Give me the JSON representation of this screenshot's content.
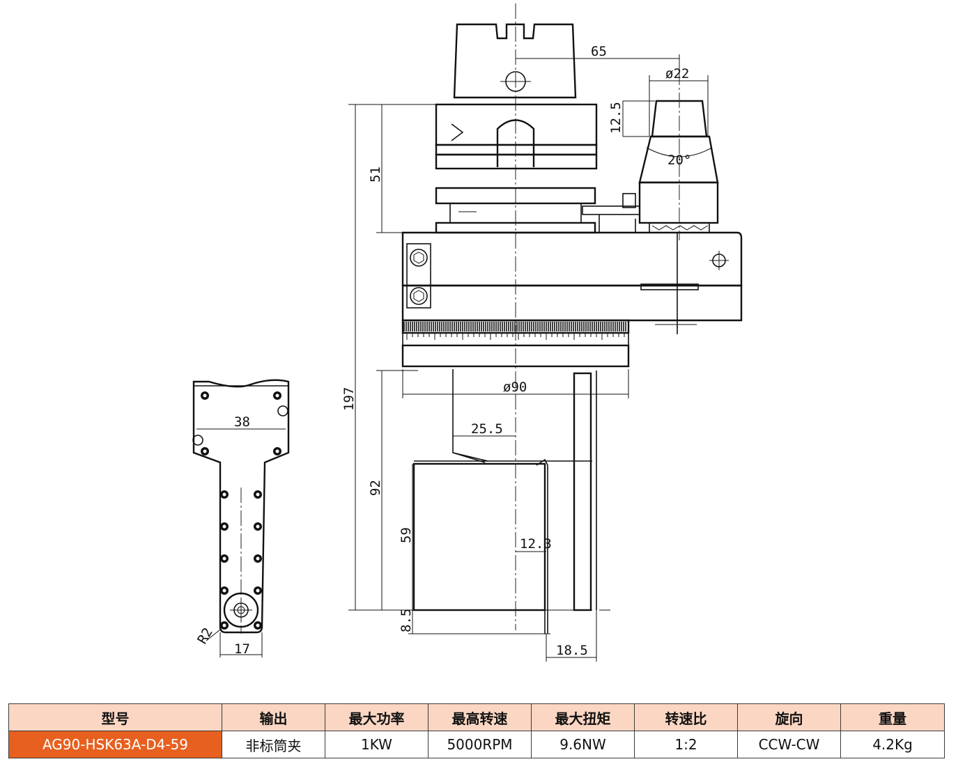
{
  "drawing": {
    "side_view": {
      "dims": {
        "offset_65": "65",
        "dia_22": "ø22",
        "h_12_5": "12.5",
        "angle_20": "20°",
        "h_51": "51",
        "h_197": "197",
        "dia_90": "ø90",
        "r_25_5": "25.5",
        "h_92": "92",
        "h_59": "59",
        "w_12_3": "12.3",
        "h_8_5": "8.5",
        "w_18_5": "18.5"
      }
    },
    "front_view": {
      "dims": {
        "w_38": "38",
        "w_17": "17",
        "r2": "R2"
      }
    }
  },
  "spec_table": {
    "headers": [
      "型号",
      "输出",
      "最大功率",
      "最高转速",
      "最大扭矩",
      "转速比",
      "旋向",
      "重量"
    ],
    "row": [
      "AG90-HSK63A-D4-59",
      "非标筒夹",
      "1KW",
      "5000RPM",
      "9.6NW",
      "1:2",
      "CCW-CW",
      "4.2Kg"
    ],
    "model_cell_color": "#e7601f",
    "header_bg_color": "#fbd7c3"
  }
}
